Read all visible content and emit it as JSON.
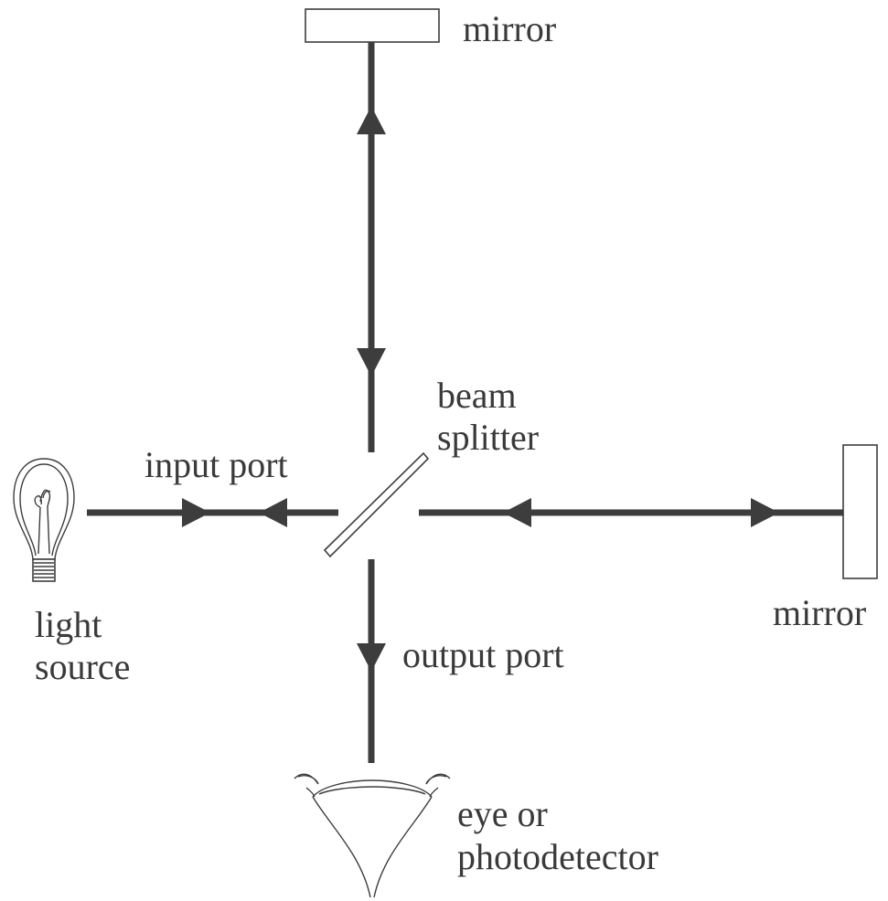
{
  "labels": {
    "mirror_top": "mirror",
    "mirror_right": "mirror",
    "beam_splitter_line1": "beam",
    "beam_splitter_line2": "splitter",
    "input_port": "input port",
    "output_port": "output port",
    "light_source_line1": "light",
    "light_source_line2": "source",
    "detector_line1": "eye or",
    "detector_line2": "photodetector"
  },
  "colors": {
    "beam": "#3d3d3d",
    "text": "#3a3a3a",
    "background": "#ffffff"
  },
  "icons": {
    "light_source": "light-bulb-icon",
    "detector": "eye-icon"
  }
}
